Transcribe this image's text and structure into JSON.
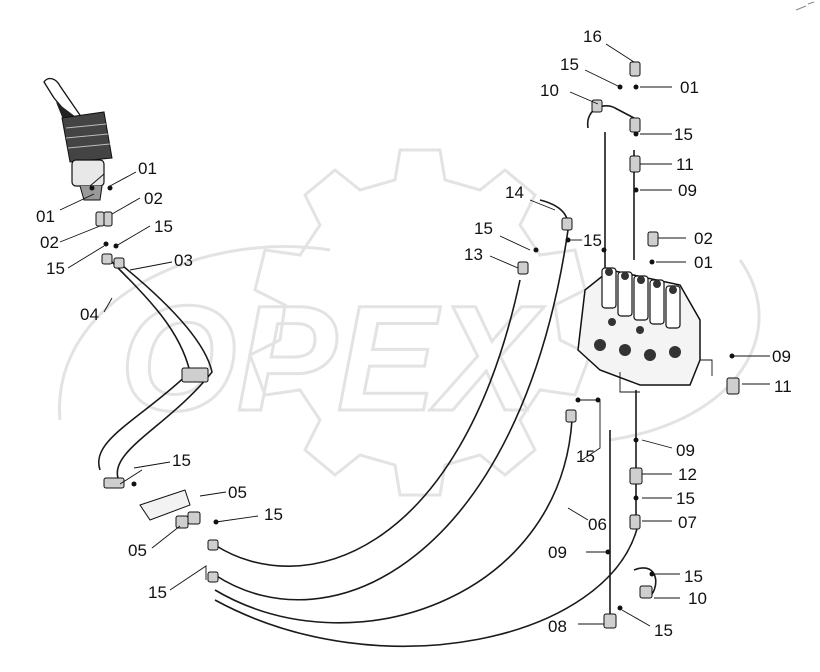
{
  "watermark": {
    "text": "OPEX"
  },
  "callouts": {
    "c16": "16",
    "c15a": "15",
    "c01a": "01",
    "c10a": "10",
    "c15b": "15",
    "c11a": "11",
    "c09a": "09",
    "c14": "14",
    "c15c": "15",
    "c15d": "15",
    "c02a": "02",
    "c13": "13",
    "c01b": "01",
    "c01c": "01",
    "c02b": "02",
    "c01d": "01",
    "c15e": "15",
    "c02c": "02",
    "c15f": "15",
    "c03": "03",
    "c04": "04",
    "c09b": "09",
    "c11b": "11",
    "c09c": "09",
    "c15g": "15",
    "c12": "12",
    "c15h": "15",
    "c07": "07",
    "c06": "06",
    "c15i": "15",
    "c05a": "05",
    "c15j": "15",
    "c05b": "05",
    "c09d": "09",
    "c15k": "15",
    "c15l": "15",
    "c10b": "10",
    "c08": "08",
    "c15m": "15"
  }
}
